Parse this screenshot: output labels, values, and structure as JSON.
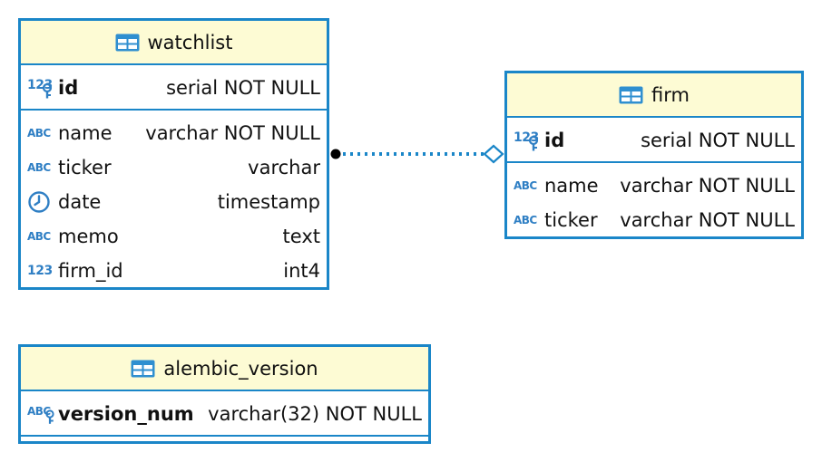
{
  "entities": {
    "watchlist": {
      "name": "watchlist",
      "pk": [
        {
          "name": "id",
          "type": "serial NOT NULL",
          "icon": "numeric-key-icon"
        }
      ],
      "columns": [
        {
          "name": "name",
          "type": "varchar NOT NULL",
          "icon": "text-type-icon"
        },
        {
          "name": "ticker",
          "type": "varchar",
          "icon": "text-type-icon"
        },
        {
          "name": "date",
          "type": "timestamp",
          "icon": "clock-icon"
        },
        {
          "name": "memo",
          "type": "text",
          "icon": "text-type-icon"
        },
        {
          "name": "firm_id",
          "type": "int4",
          "icon": "numeric-type-icon"
        }
      ]
    },
    "firm": {
      "name": "firm",
      "pk": [
        {
          "name": "id",
          "type": "serial NOT NULL",
          "icon": "numeric-key-icon"
        }
      ],
      "columns": [
        {
          "name": "name",
          "type": "varchar NOT NULL",
          "icon": "text-type-icon"
        },
        {
          "name": "ticker",
          "type": "varchar NOT NULL",
          "icon": "text-type-icon"
        }
      ]
    },
    "alembic_version": {
      "name": "alembic_version",
      "pk": [
        {
          "name": "version_num",
          "type": "varchar(32) NOT NULL",
          "icon": "text-key-icon"
        }
      ],
      "columns": []
    }
  },
  "icon_labels": {
    "text": "ABC",
    "numeric": "123"
  },
  "colors": {
    "border": "#1a86c8",
    "header_bg": "#fdfbd4",
    "icon_blue": "#2f7fc4",
    "key_gold": "#2f7fc4"
  }
}
